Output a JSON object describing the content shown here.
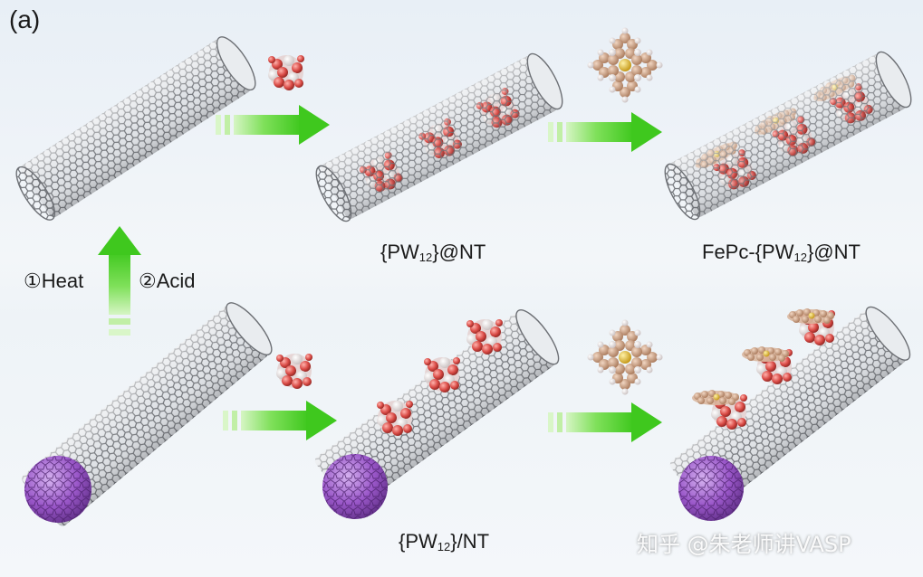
{
  "panel_label": "(a)",
  "labels": {
    "pw12_in_nt": {
      "before": "{PW",
      "sub": "12",
      "after": "}@NT"
    },
    "fepc_pw12_in_nt": {
      "before": "FePc-{PW",
      "sub": "12",
      "after": "}@NT"
    },
    "pw12_on_nt": {
      "before": "{PW",
      "sub": "12",
      "after": "}/NT"
    },
    "step1": "①Heat",
    "step2": "②Acid"
  },
  "watermark": "知乎 @朱老师讲VASP",
  "colors": {
    "arrow_green": "#4ccf2a",
    "arrow_green_light": "#c9f3b5",
    "nanotube": "#8c8f94",
    "pw12_red": "#d94a45",
    "pw12_white": "#f2e8e8",
    "fepc_tan": "#c9a184",
    "fepc_core": "#e0b72a",
    "fullerene_purple": "#9a57c9"
  }
}
